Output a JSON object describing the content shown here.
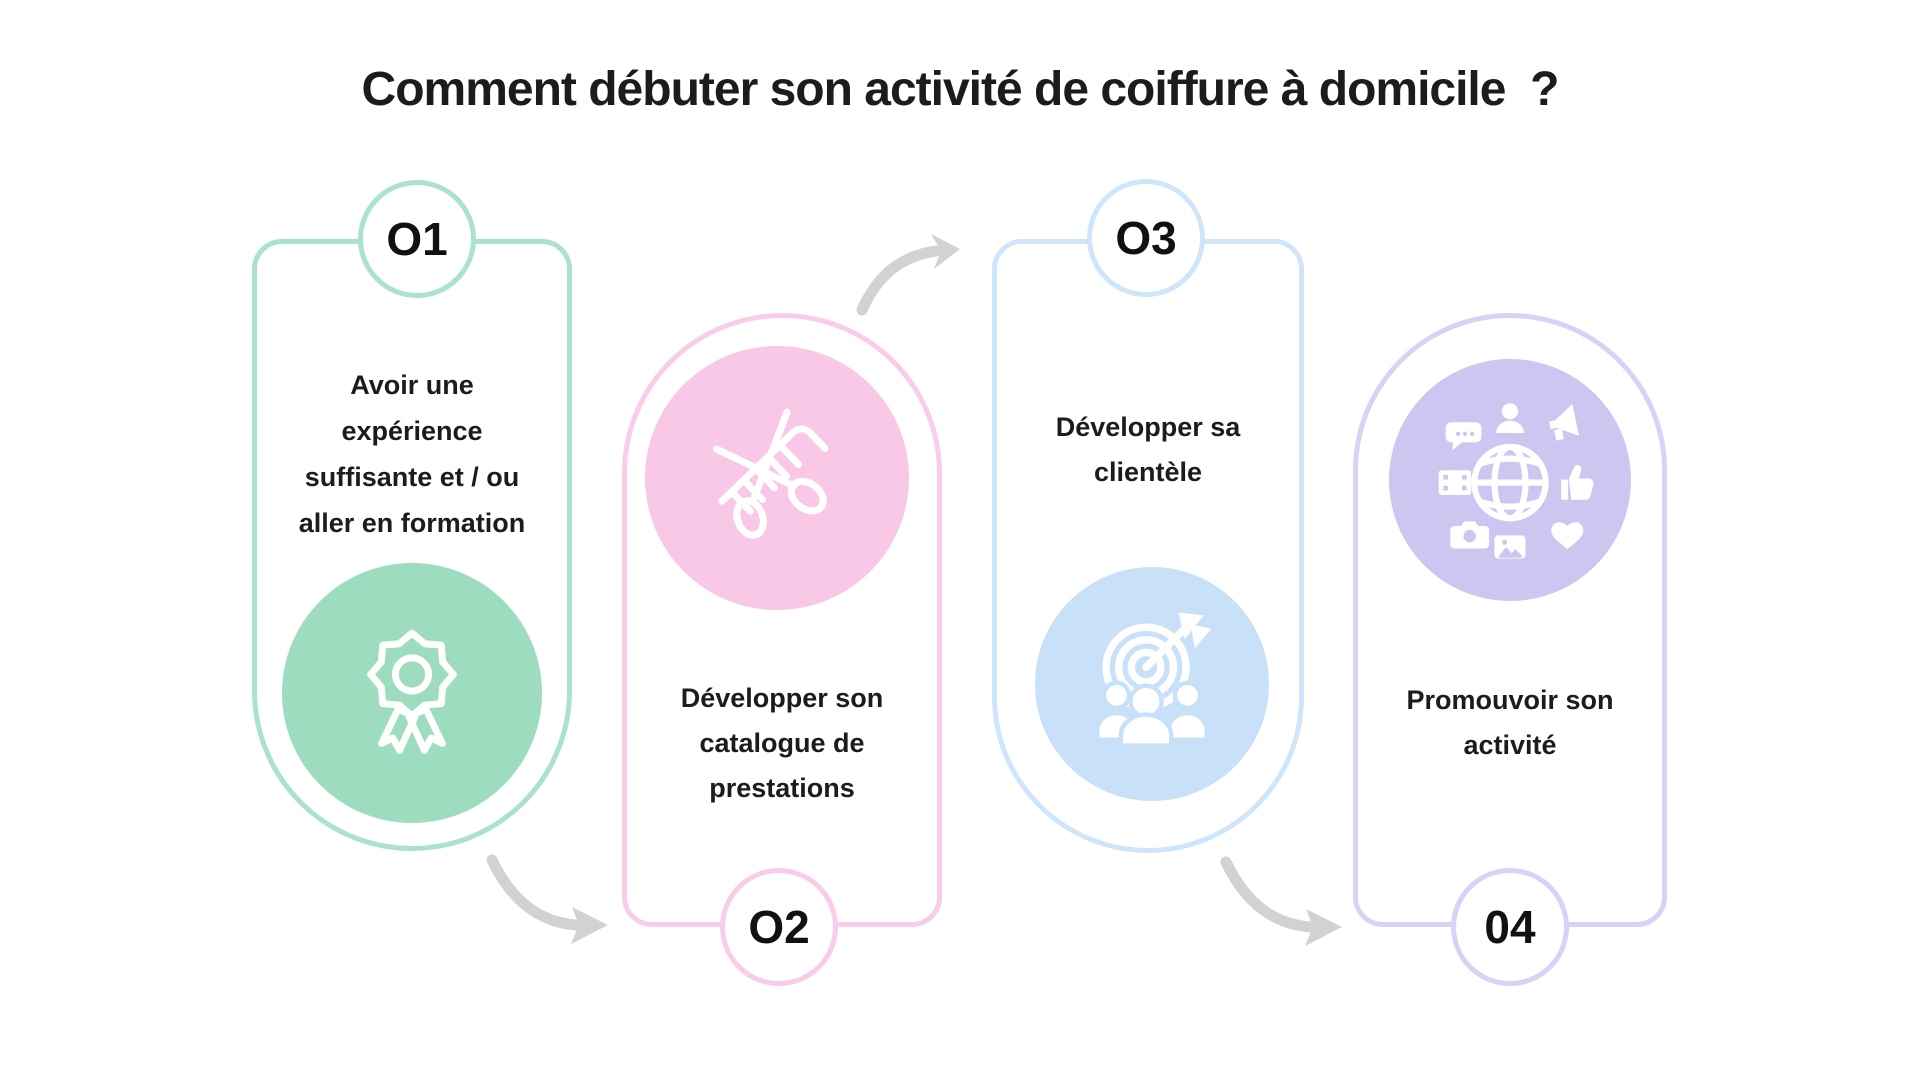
{
  "title": "Comment débuter son activité de coiffure à domicile  ?",
  "steps": [
    {
      "number": "O1",
      "label_lines": [
        "Avoir une",
        "expérience",
        "suffisante et / ou",
        "aller en formation"
      ],
      "icon": "award-badge-icon"
    },
    {
      "number": "O2",
      "label_lines": [
        "Développer son",
        "catalogue de",
        "prestations"
      ],
      "icon": "scissors-comb-icon"
    },
    {
      "number": "O3",
      "label_lines": [
        "Développer sa",
        "clientèle"
      ],
      "icon": "target-audience-icon"
    },
    {
      "number": "04",
      "label_lines": [
        "Promouvoir son",
        "activité"
      ],
      "icon": "social-media-globe-icon"
    }
  ],
  "arrows": [
    "curved-arrow-down-right",
    "curved-arrow-up-right",
    "curved-arrow-down-right"
  ],
  "colors": {
    "step1-border": "#aae3c9",
    "step1-fill": "#9edcc0",
    "step2-border": "#f9cde9",
    "step2-fill": "#f8c8e6",
    "step3-border": "#cfe6fa",
    "step3-fill": "#c9e1f8",
    "step4-border": "#d8d3f6",
    "step4-fill": "#cdc6f0",
    "arrow": "#d2d2d2",
    "text": "#1c1c1c",
    "background": "#ffffff"
  }
}
